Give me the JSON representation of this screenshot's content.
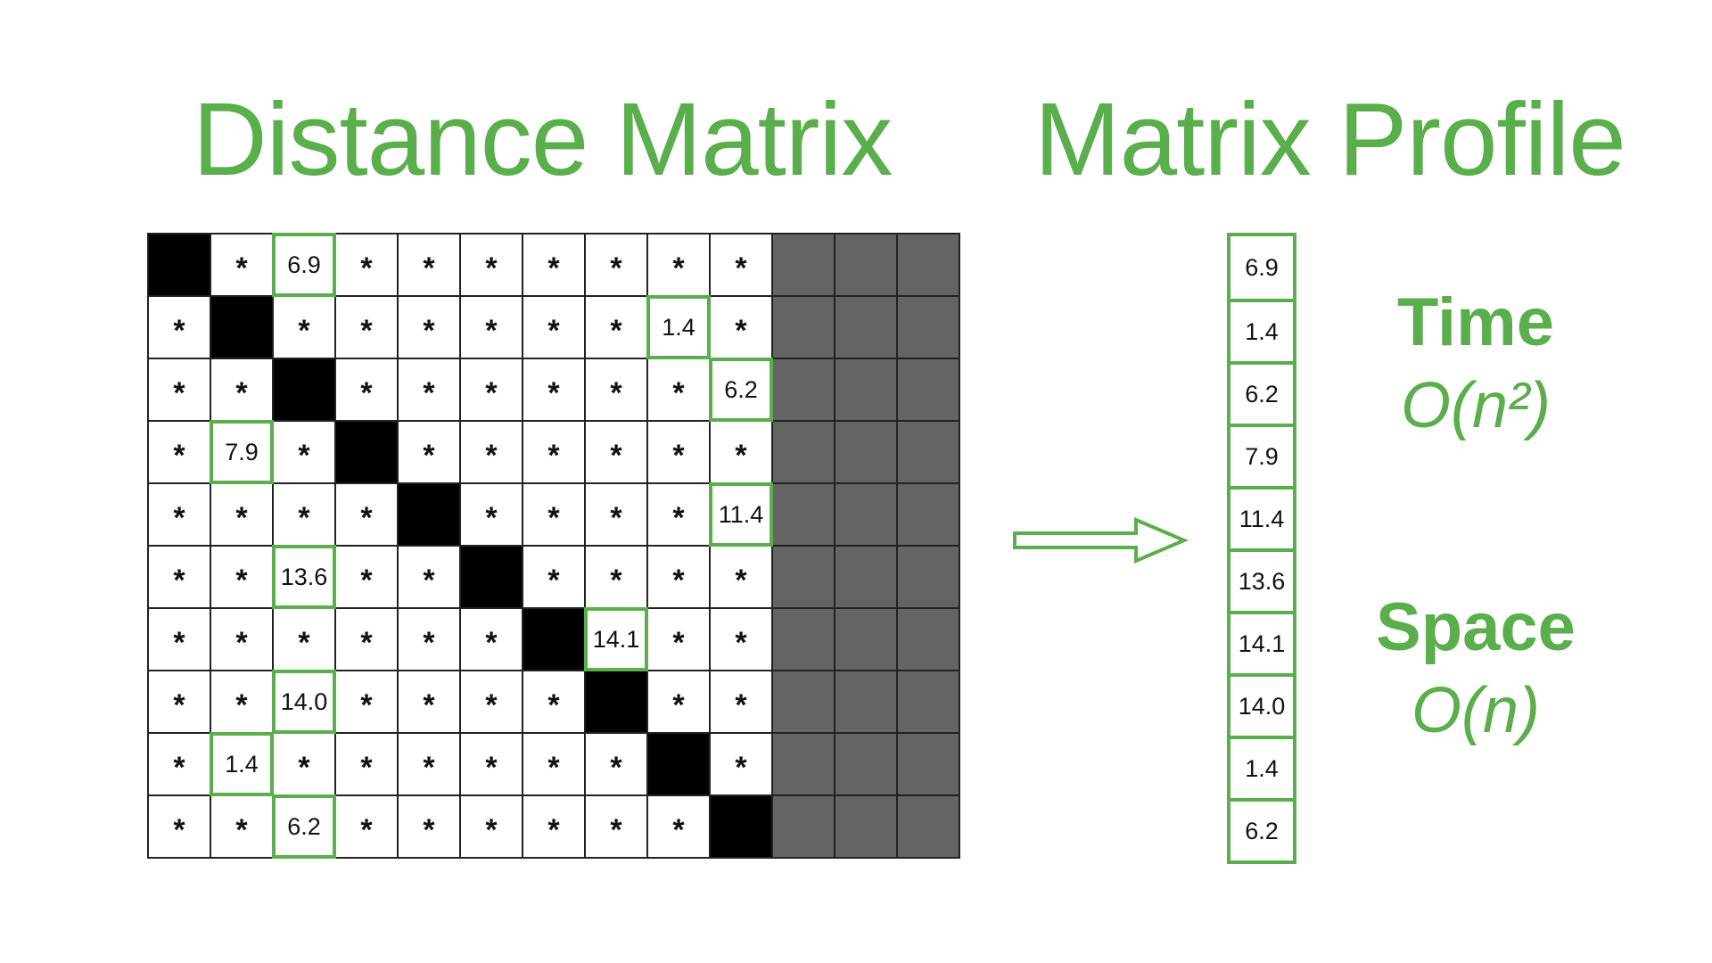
{
  "titles": {
    "left": "Distance Matrix",
    "right": "Matrix Profile"
  },
  "matrix": {
    "star_symbol": "*",
    "data_columns": 10,
    "padding_columns": 3,
    "rows": [
      [
        "diag",
        "*",
        "6.9",
        "*",
        "*",
        "*",
        "*",
        "*",
        "*",
        "*"
      ],
      [
        "*",
        "diag",
        "*",
        "*",
        "*",
        "*",
        "*",
        "*",
        "1.4",
        "*"
      ],
      [
        "*",
        "*",
        "diag",
        "*",
        "*",
        "*",
        "*",
        "*",
        "*",
        "6.2"
      ],
      [
        "*",
        "7.9",
        "*",
        "diag",
        "*",
        "*",
        "*",
        "*",
        "*",
        "*"
      ],
      [
        "*",
        "*",
        "*",
        "*",
        "diag",
        "*",
        "*",
        "*",
        "*",
        "11.4"
      ],
      [
        "*",
        "*",
        "13.6",
        "*",
        "*",
        "diag",
        "*",
        "*",
        "*",
        "*"
      ],
      [
        "*",
        "*",
        "*",
        "*",
        "*",
        "*",
        "diag",
        "14.1",
        "*",
        "*"
      ],
      [
        "*",
        "*",
        "14.0",
        "*",
        "*",
        "*",
        "*",
        "diag",
        "*",
        "*"
      ],
      [
        "*",
        "1.4",
        "*",
        "*",
        "*",
        "*",
        "*",
        "*",
        "diag",
        "*"
      ],
      [
        "*",
        "*",
        "6.2",
        "*",
        "*",
        "*",
        "*",
        "*",
        "*",
        "diag"
      ]
    ]
  },
  "profile": [
    "6.9",
    "1.4",
    "6.2",
    "7.9",
    "11.4",
    "13.6",
    "14.1",
    "14.0",
    "1.4",
    "6.2"
  ],
  "complexity": {
    "time_label": "Time",
    "time_value": "O(n²)",
    "space_label": "Space",
    "space_value": "O(n)"
  },
  "colors": {
    "accent": "#5aae4b",
    "diagonal": "#000000",
    "padding": "#646464"
  },
  "icons": {
    "arrow": "right-arrow-icon"
  }
}
